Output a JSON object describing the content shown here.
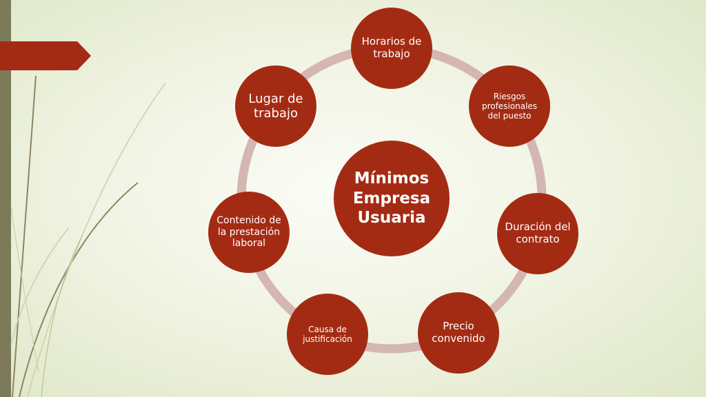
{
  "diagram": {
    "center": "Mínimos Empresa Usuaria",
    "nodes": [
      "Horarios de trabajo",
      "Riesgos profesionales del puesto",
      "Duración del contrato",
      "Precio convenido",
      "Causa de justificación",
      "Contenido de la prestación laboral",
      "Lugar de trabajo"
    ]
  },
  "colors": {
    "node_fill": "#a42b13",
    "ring": "#d4b6b2",
    "accent_bar": "#7d7a5a",
    "ribbon": "#a42b13"
  }
}
